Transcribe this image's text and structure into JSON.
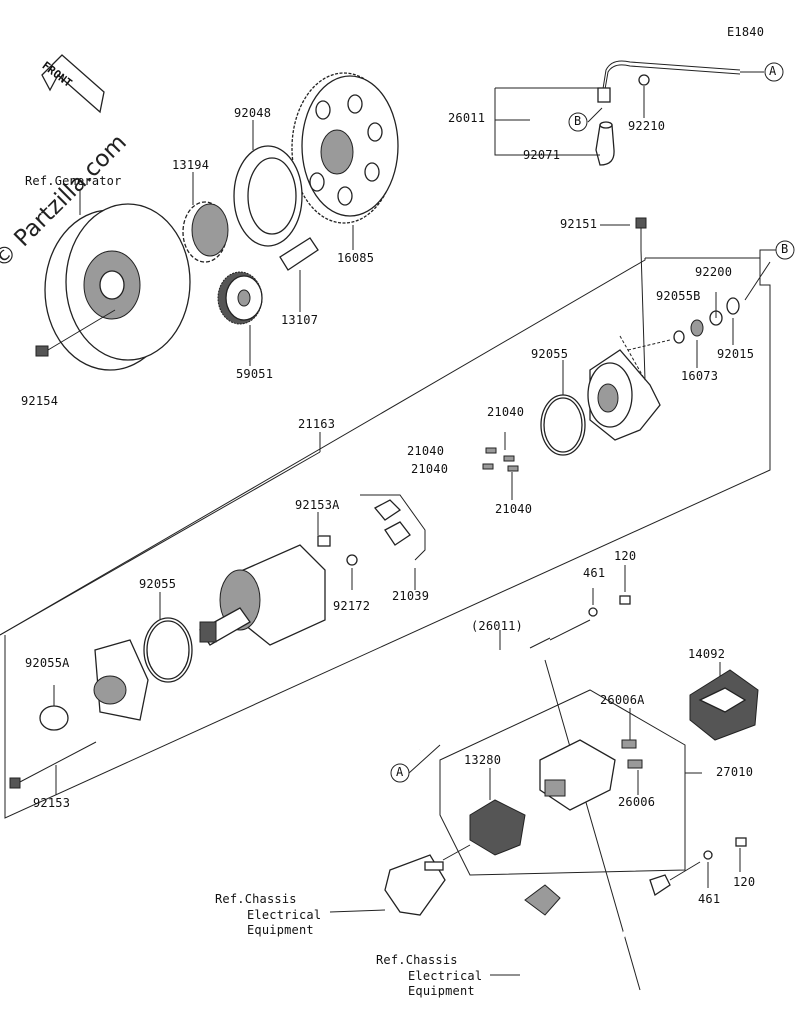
{
  "diagram_code": "E1840",
  "watermark": "© Partzilla.com",
  "front_label": "FRONT",
  "callouts": {
    "A": "A",
    "B": "B"
  },
  "part_numbers": {
    "p26011": "26011",
    "p92210": "92210",
    "p92071": "92071",
    "p92048": "92048",
    "p13194": "13194",
    "p16085": "16085",
    "p13107": "13107",
    "p59051": "59051",
    "p92154": "92154",
    "p92151": "92151",
    "p92200": "92200",
    "p92055B": "92055B",
    "p16073": "16073",
    "p92015": "92015",
    "p92055_top": "92055",
    "p21163": "21163",
    "p21040_a": "21040",
    "p21040_b": "21040",
    "p21040_c": "21040",
    "p21040_d": "21040",
    "p92153A": "92153A",
    "p92172": "92172",
    "p21039": "21039",
    "p92055_bot": "92055",
    "p92055A": "92055A",
    "p92153": "92153",
    "p120_top": "120",
    "p461_top": "461",
    "p26011_paren": "(26011)",
    "p14092": "14092",
    "p26006A": "26006A",
    "p13280": "13280",
    "p27010": "27010",
    "p26006": "26006",
    "p461_bot": "461",
    "p120_bot": "120"
  },
  "references": {
    "generator": "Ref.Generator",
    "chassis1_l1": "Ref.Chassis",
    "chassis1_l2": "Electrical",
    "chassis1_l3": "Equipment",
    "chassis2_l1": "Ref.Chassis",
    "chassis2_l2": "Electrical",
    "chassis2_l3": "Equipment"
  }
}
